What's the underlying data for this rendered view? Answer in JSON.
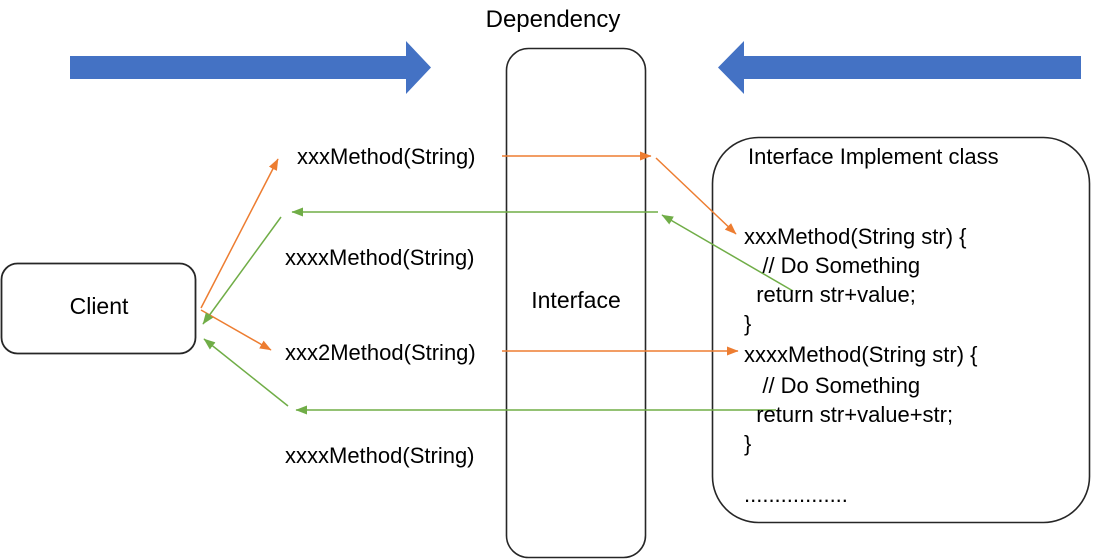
{
  "diagram": {
    "title": "Dependency",
    "type": "dependency-inversion-interface-diagram",
    "colors": {
      "blue_arrow": "#4472C4",
      "call_arrow_orange": "#ED7D31",
      "return_arrow_green": "#70AD47",
      "box_stroke": "#262626",
      "background": "#FFFFFF",
      "text": "#000000"
    },
    "top_arrows": [
      {
        "name": "left-dependency-arrow",
        "direction": "right"
      },
      {
        "name": "right-dependency-arrow",
        "direction": "left"
      }
    ],
    "client": {
      "label": "Client"
    },
    "interface": {
      "label": "Interface"
    },
    "implementation": {
      "title": "Interface Implement class",
      "methods": [
        {
          "signature": "xxxMethod(String str) {",
          "body": [
            "   // Do Something",
            "  return str+value;"
          ],
          "close": "}"
        },
        {
          "signature": "xxxxMethod(String str) {",
          "body": [
            "   // Do Something",
            "  return str+value+str;"
          ],
          "close": "}"
        }
      ],
      "ellipsis": "................."
    },
    "method_labels": [
      {
        "name": "call-label-1",
        "text": "xxxMethod(String)"
      },
      {
        "name": "return-label-1",
        "text": "xxxxMethod(String)"
      },
      {
        "name": "call-label-2",
        "text": "xxx2Method(String)"
      },
      {
        "name": "return-label-2",
        "text": "xxxxMethod(String)"
      }
    ]
  }
}
